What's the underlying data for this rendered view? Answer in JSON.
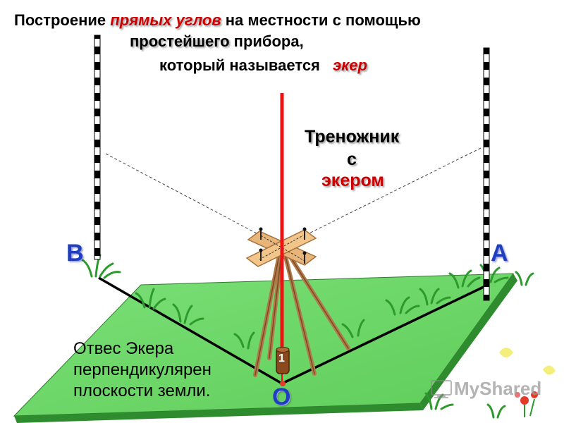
{
  "title": {
    "line1_a": "Построение",
    "line1_b": "прямых углов",
    "line1_c": "на местности с помощью",
    "line2_a": "простейшего",
    "line2_b": "прибора,",
    "line3_a": "который называется",
    "line3_b": "экер"
  },
  "tripod_label": {
    "line1": "Треножник",
    "line2": "с",
    "line3": "экером"
  },
  "points": {
    "B": "B",
    "A": "A",
    "O": "O"
  },
  "plumb_number": "1",
  "note": {
    "line1": "Отвес Экера",
    "line2": "перпендикулярен",
    "line3": "плоскости земли."
  },
  "watermark": "MyShared",
  "colors": {
    "ground": "#6ed66a",
    "ground_side": "#2e8b2e",
    "plumb_line": "#ee1111",
    "letters": "#1f3fbf",
    "accent_text": "#cc0000"
  }
}
